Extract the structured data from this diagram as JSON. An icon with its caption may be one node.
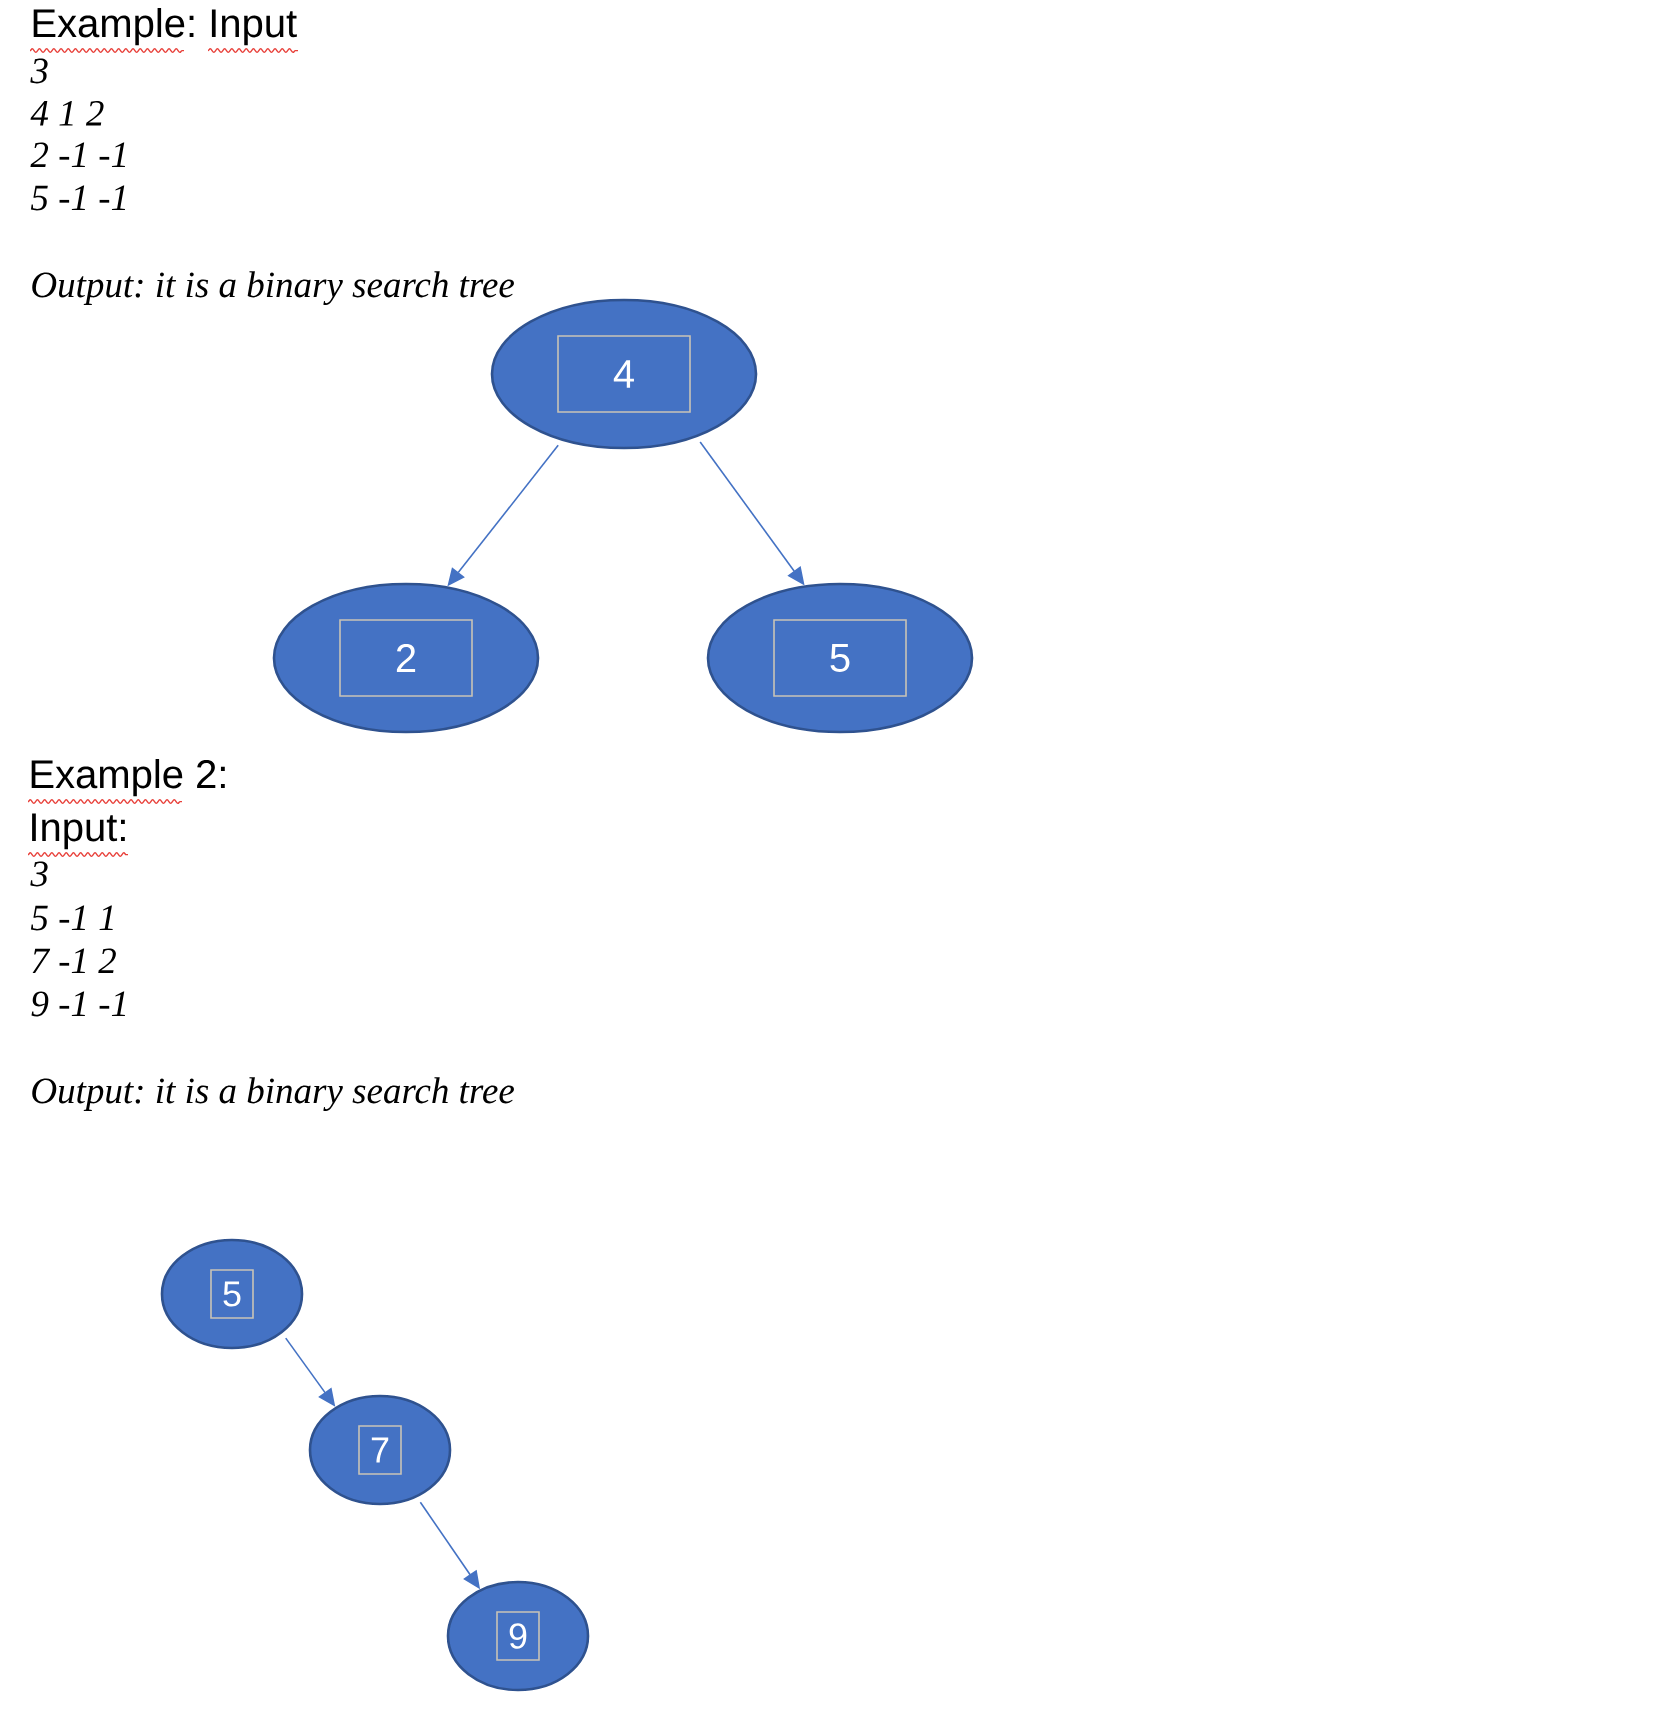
{
  "diagram": {
    "nodes": [
      {
        "text": [],
        "shape": "ellipse"
      },
      {
        "text": [
          "4"
        ],
        "in": 0
      },
      {
        "text": [],
        "shape": "ellipse"
      },
      {
        "text": [
          "2"
        ],
        "in": 2
      },
      {
        "text": [],
        "shape": "ellipse"
      },
      {
        "text": [
          "5"
        ],
        "in": 4
      },
      {
        "text": [],
        "shape": "ellipse"
      },
      {
        "text": [
          "5"
        ],
        "in": 6
      },
      {
        "text": [],
        "shape": "ellipse"
      },
      {
        "text": [
          "7"
        ],
        "in": 8
      },
      {
        "text": [],
        "shape": "ellipse"
      },
      {
        "text": [
          "9"
        ],
        "in": 10
      }
    ],
    "edges": [
      {
        "from": 0,
        "to": 2,
        "arrow": "to"
      },
      {
        "from": 0,
        "to": 4,
        "arrow": "to"
      },
      {
        "from": 6,
        "to": 8,
        "arrow": "to"
      },
      {
        "from": 8,
        "to": 10,
        "arrow": "to"
      }
    ],
    "labels": [
      "Example: Input",
      "3",
      "4 1 2",
      "2 -1 -1",
      "5 -1 -1",
      "Output: it is a binary search tree",
      "Example 2:",
      "Input:",
      "3",
      "5 -1 1",
      "7 -1 2",
      "9 -1 -1",
      "Output: it is a binary search tree"
    ]
  }
}
